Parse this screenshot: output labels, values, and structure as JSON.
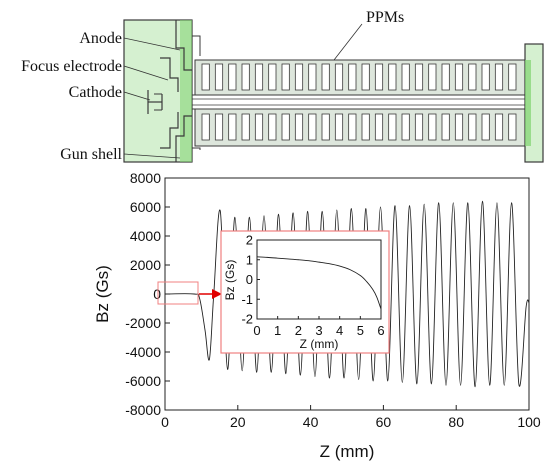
{
  "labels": {
    "ppms": "PPMs",
    "anode": "Anode",
    "focus_electrode": "Focus electrode",
    "cathode": "Cathode",
    "gun_shell": "Gun shell"
  },
  "colors": {
    "shell_fill": "#d5f0d0",
    "shell_glow": "#7fd36f",
    "magnet_fill": "#dde6dc",
    "outline": "#3a3a3a",
    "curve": "#222222",
    "arrow": "#e00000",
    "inset_border": "#f08080",
    "highlight_box": "#f08080"
  },
  "chart_data": [
    {
      "type": "line",
      "xlabel": "Z (mm)",
      "ylabel": "Bz (Gs)",
      "xlim": [
        0,
        100
      ],
      "ylim": [
        -8000,
        8000
      ],
      "xticks": [
        0,
        20,
        40,
        60,
        80,
        100
      ],
      "yticks": [
        8000,
        6000,
        4000,
        2000,
        0,
        -2000,
        -4000,
        -6000,
        -8000
      ],
      "series": [
        {
          "x": [
            0,
            8,
            9.5,
            11,
            12.2,
            13.4,
            15.2,
            17.2,
            19.2,
            21.2,
            23.2,
            25.2,
            27.2,
            29.2,
            31.2,
            33.2,
            35.2,
            37.2,
            39.2,
            41.2,
            43.2,
            45.2,
            47.2,
            49.2,
            51.2,
            53.2,
            55.2,
            57.2,
            59.2,
            61.2,
            63.2,
            65.2,
            67.2,
            69.2,
            71.2,
            73.2,
            75.2,
            77.2,
            79.2,
            81.2,
            83.2,
            85.2,
            87.2,
            89.2,
            91.2,
            93.2,
            95.2,
            97.2,
            99.2,
            100
          ],
          "y": [
            0,
            0,
            -300,
            -2500,
            -4500,
            0,
            5700,
            -5200,
            5300,
            -5300,
            5300,
            -5400,
            5400,
            -5400,
            5500,
            -5500,
            5600,
            -5600,
            5700,
            -5700,
            5700,
            -5800,
            5800,
            -5800,
            5900,
            -5900,
            5900,
            -6000,
            6000,
            -6000,
            6100,
            -6100,
            6100,
            -6200,
            6200,
            -6200,
            6300,
            -6300,
            6300,
            -6300,
            6300,
            -6400,
            6400,
            -6300,
            6300,
            -6300,
            6300,
            -6200,
            -900,
            -600
          ]
        }
      ]
    },
    {
      "type": "line",
      "xlabel": "Z (mm)",
      "ylabel": "Bz (Gs)",
      "xlim": [
        0,
        6
      ],
      "ylim": [
        -2,
        2
      ],
      "xticks": [
        0,
        1,
        2,
        3,
        4,
        5,
        6
      ],
      "yticks": [
        2,
        1,
        0,
        -1,
        -2
      ],
      "series": [
        {
          "x": [
            0,
            0.5,
            1,
            1.5,
            2,
            2.5,
            3,
            3.5,
            4,
            4.5,
            5,
            5.3,
            5.6,
            5.8,
            6
          ],
          "y": [
            1.15,
            1.12,
            1.08,
            1.04,
            1.0,
            0.95,
            0.88,
            0.8,
            0.68,
            0.5,
            0.2,
            -0.1,
            -0.5,
            -0.9,
            -1.5
          ]
        }
      ]
    }
  ]
}
